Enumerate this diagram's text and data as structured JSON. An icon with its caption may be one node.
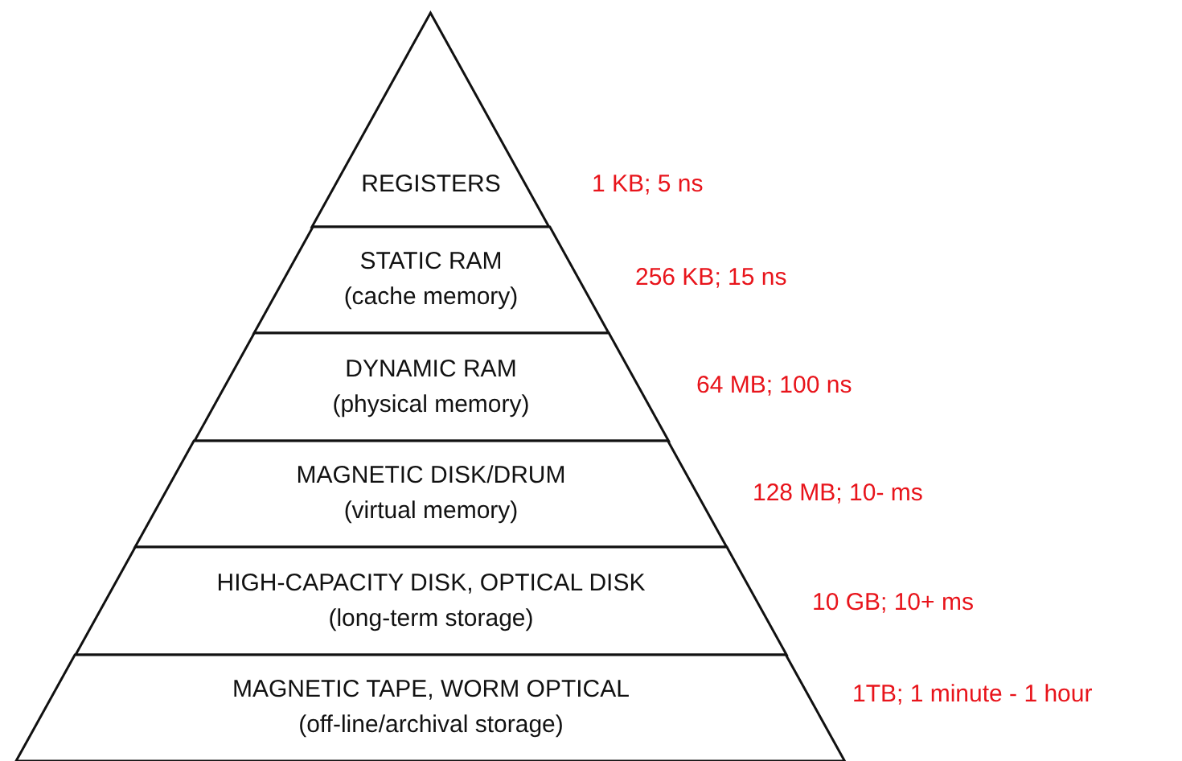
{
  "diagram": {
    "nodes": [
      {
        "text": [
          "REGISTERS"
        ],
        "beside": [
          "1 KB; 5 ns"
        ]
      },
      {
        "text": [
          "STATIC RAM",
          "(cache memory)"
        ],
        "beside": [
          "256 KB;  15 ns"
        ]
      },
      {
        "text": [
          "DYNAMIC RAM",
          "(physical memory)"
        ],
        "beside": [
          "64 MB; 100 ns"
        ]
      },
      {
        "text": [
          "MAGNETIC DISK/DRUM",
          "(virtual memory)"
        ],
        "beside": [
          "128 MB; 10- ms"
        ]
      },
      {
        "text": [
          "HIGH-CAPACITY DISK, OPTICAL DISK",
          "(long-term storage)"
        ],
        "beside": [
          "10 GB;  10+ ms"
        ]
      },
      {
        "text": [
          "MAGNETIC TAPE, WORM OPTICAL",
          "(off-line/archival storage)"
        ],
        "beside": [
          "1TB;  1 minute - 1 hour"
        ]
      }
    ]
  }
}
